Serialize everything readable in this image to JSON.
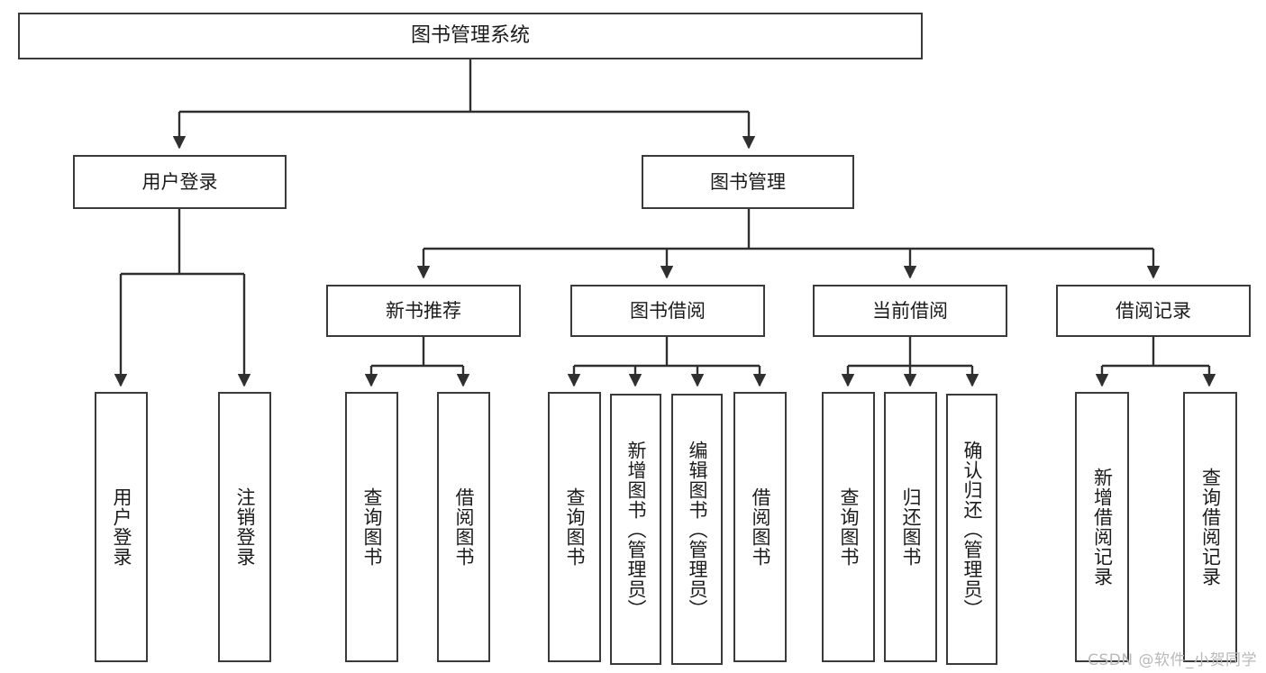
{
  "diagram": {
    "title": "图书管理系统",
    "type": "tree-hierarchy-diagram",
    "colors": {
      "box_border": "#3a3a3a",
      "box_fill": "#ffffff",
      "connector": "#2f2f2f",
      "text": "#1b1b1b",
      "watermark": "#b9b9b9"
    },
    "root": {
      "label": "图书管理系统"
    },
    "level2": [
      {
        "label": "用户登录"
      },
      {
        "label": "图书管理"
      }
    ],
    "level3": [
      {
        "label": "新书推荐"
      },
      {
        "label": "图书借阅"
      },
      {
        "label": "当前借阅"
      },
      {
        "label": "借阅记录"
      }
    ],
    "leaves": {
      "user_login": [
        {
          "label": "用户登录"
        },
        {
          "label": "注销登录"
        }
      ],
      "new_book_recommend": [
        {
          "label": "查询图书"
        },
        {
          "label": "借阅图书"
        }
      ],
      "book_borrow": [
        {
          "label": "查询图书"
        },
        {
          "label": "新增图书（管理员）"
        },
        {
          "label": "编辑图书（管理员）"
        },
        {
          "label": "借阅图书"
        }
      ],
      "current_borrow": [
        {
          "label": "查询图书"
        },
        {
          "label": "归还图书"
        },
        {
          "label": "确认归还（管理员）"
        }
      ],
      "borrow_record": [
        {
          "label": "新增借阅记录"
        },
        {
          "label": "查询借阅记录"
        }
      ]
    },
    "watermark": "CSDN @软件_小贺同学"
  }
}
